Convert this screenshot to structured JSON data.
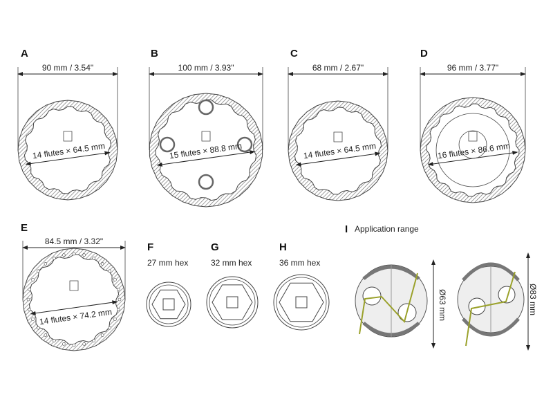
{
  "colors": {
    "line": "#444444",
    "hatch": "#777777",
    "accent": "#9aa12a",
    "fill": "#eeeeee"
  },
  "wrenches": [
    {
      "letter": "A",
      "outer": "90 mm / 3.54\"",
      "inner": "14 flutes × 64.5 mm",
      "flutes": 14
    },
    {
      "letter": "B",
      "outer": "100 mm / 3.93\"",
      "inner": "15 flutes × 88.8 mm",
      "flutes": 15
    },
    {
      "letter": "C",
      "outer": "68 mm / 2.67\"",
      "inner": "14 flutes × 64.5 mm",
      "flutes": 14
    },
    {
      "letter": "D",
      "outer": "96 mm / 3.77\"",
      "inner": "16 flutes × 86.6 mm",
      "flutes": 16
    },
    {
      "letter": "E",
      "outer": "84.5 mm / 3.32\"",
      "inner": "14 flutes × 74.2 mm",
      "flutes": 14
    }
  ],
  "sockets": [
    {
      "letter": "F",
      "label": "27 mm hex"
    },
    {
      "letter": "G",
      "label": "32 mm hex"
    },
    {
      "letter": "H",
      "label": "36 mm hex"
    }
  ],
  "application": {
    "letter": "I",
    "title": "Application range",
    "min": "Ø63 mm",
    "max": "Ø83 mm"
  }
}
